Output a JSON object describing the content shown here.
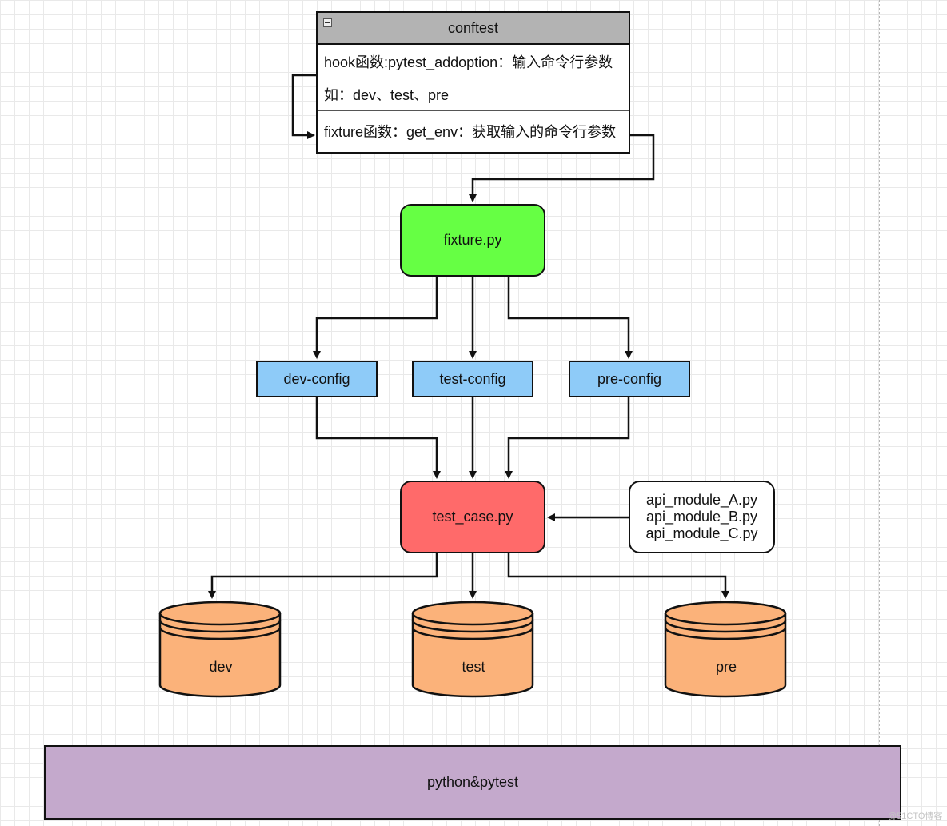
{
  "conftest": {
    "title": "conftest",
    "hook_line": "hook函数:pytest_addoption：输入命令行参数",
    "example_line": "如：dev、test、pre",
    "fixture_line": "fixture函数：get_env：获取输入的命令行参数"
  },
  "nodes": {
    "fixture": "fixture.py",
    "dev_config": "dev-config",
    "test_config": "test-config",
    "pre_config": "pre-config",
    "test_case": "test_case.py",
    "api_modules": [
      "api_module_A.py",
      "api_module_B.py",
      "api_module_C.py"
    ],
    "db_dev": "dev",
    "db_test": "test",
    "db_pre": "pre",
    "platform": "python&pytest"
  },
  "colors": {
    "fixture": "#66ff44",
    "test_case": "#ff6a6a",
    "config": "#8ecbf8",
    "database": "#fbb27a",
    "platform": "#c4a9cc",
    "conftest_header": "#b3b3b3"
  },
  "watermark": "@51CTO博客"
}
